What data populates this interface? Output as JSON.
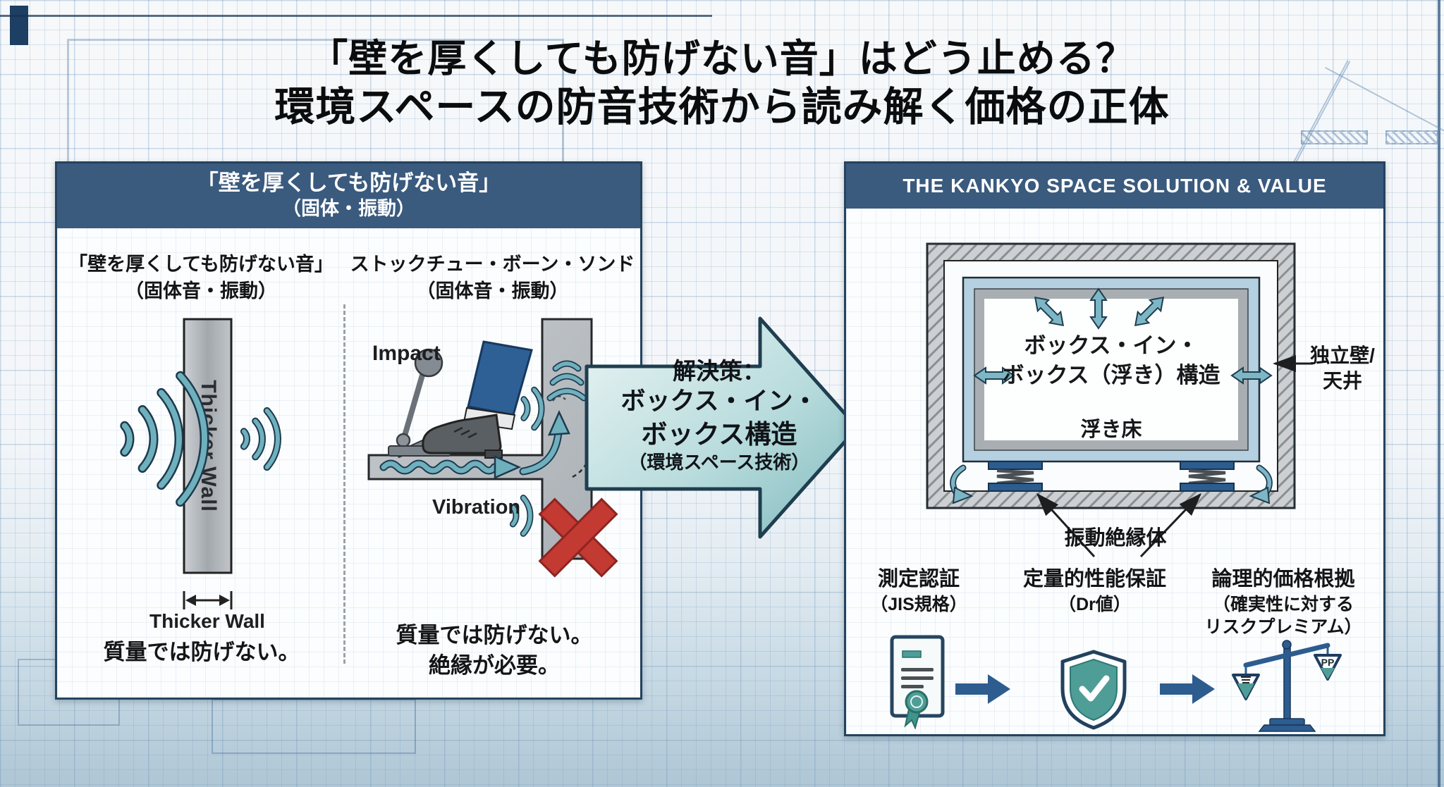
{
  "title": {
    "line1": "「壁を厚くしても防げない音」はどう止める？",
    "line2": "環境スペースの防音技術から読み解く価格の正体"
  },
  "problem_panel": {
    "header_line1": "「壁を厚くしても防げない音」",
    "header_line2": "（固体・振動）",
    "airborne": {
      "heading_line1": "「壁を厚くしても防げない音」",
      "heading_line2": "（固体音・振動）",
      "wall_label": "Thicker Wall",
      "dimension_label": "Thicker Wall",
      "caption": "質量では防げない。"
    },
    "structure": {
      "heading_line1": "ストックチュー・ボーン・ソンド",
      "heading_line2": "（固体音・振動）",
      "impact_label": "Impact",
      "vibration_label": "Vibration",
      "caption_line1": "質量では防げない。",
      "caption_line2": "絶縁が必要。"
    }
  },
  "solution_arrow": {
    "line1": "解決策：",
    "line2": "ボックス・イン・",
    "line3": "ボックス構造",
    "line4": "（環境スペース技術）"
  },
  "solution_panel": {
    "header": "THE KANKYO SPACE SOLUTION & VALUE",
    "diagram": {
      "box_label_line1": "ボックス・イン・",
      "box_label_line2": "ボックス（浮き）構造",
      "floor_label": "浮き床",
      "isolator_label": "振動絶縁体",
      "wall_label_line1": "独立壁/",
      "wall_label_line2": "天井"
    },
    "value_items": [
      {
        "icon": "certificate-icon",
        "title": "測定認証",
        "subtitle_line1": "（JIS規格）"
      },
      {
        "icon": "shield-check-icon",
        "title": "定量的性能保証",
        "subtitle_line1": "（Dr値）"
      },
      {
        "icon": "scales-icon",
        "title": "論理的価格根拠",
        "subtitle_line1": "（確実性に対する",
        "subtitle_line2": "リスクプレミアム）",
        "pan_badge": "PP"
      }
    ]
  },
  "colors": {
    "header_blue": "#3a5a7e",
    "teal_accent": "#6fb0bd",
    "navy": "#2d5c8f",
    "alert_red": "#c33a32"
  }
}
